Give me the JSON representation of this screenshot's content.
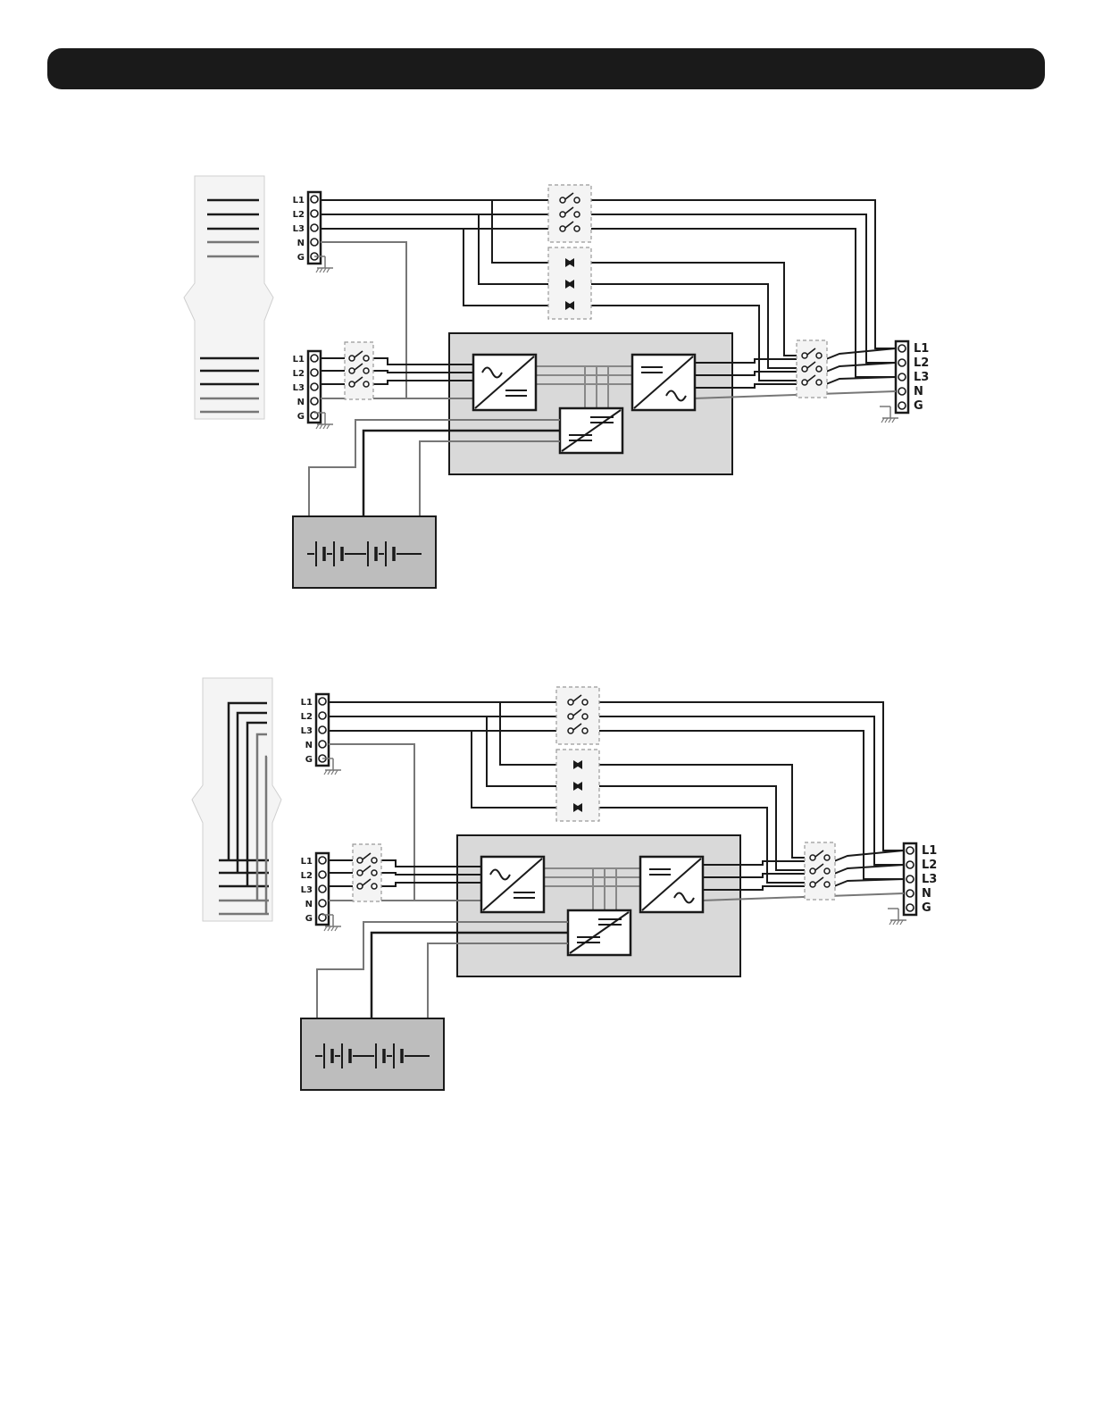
{
  "header": {
    "title": ""
  },
  "colors": {
    "phase": "#1a1a1a",
    "neutral": "#777777",
    "ups_body": "#d9d9d9",
    "battery": "#bdbdbd",
    "panel": "#f4f4f4"
  },
  "terminal_labels": [
    "L1",
    "L2",
    "L3",
    "N",
    "G"
  ],
  "diagrams": [
    {
      "name": "diagram-1-separate-bypass-input"
    },
    {
      "name": "diagram-2-common-input"
    }
  ]
}
